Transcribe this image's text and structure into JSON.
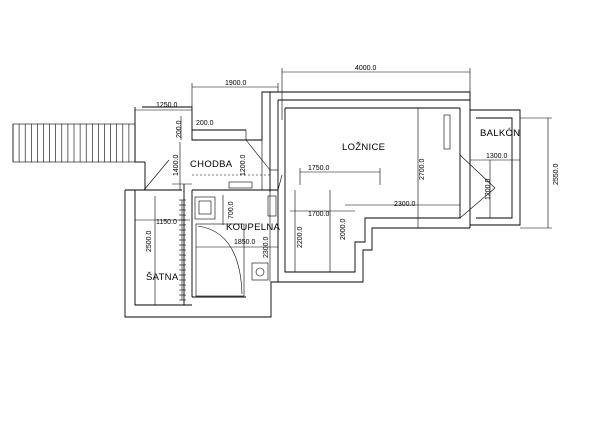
{
  "rooms": {
    "loznice": "LOŽNICE",
    "chodba": "CHODBA",
    "balkon": "BALKÓN",
    "koupelna": "KOUPELNA",
    "satna": "ŠATNA"
  },
  "dimensions": {
    "d4000": "4000.0",
    "d1900": "1900.0",
    "d1250": "1250.0",
    "d200a": "200.0",
    "d200b": "200.0",
    "d1400": "1400.0",
    "d1200a": "1200.0",
    "d1750": "1750.0",
    "d1700": "1700.0",
    "d2300": "2300.0",
    "d2700": "2700.0",
    "d1300": "1300.0",
    "d1200b": "1200.0",
    "d2550": "2550.0",
    "d700": "700.0",
    "d1150": "1150.0",
    "d2500": "2500.0",
    "d1850": "1850.0",
    "d2200": "2200.0",
    "d2000": "2000.0",
    "d2300b": "2300.0"
  }
}
